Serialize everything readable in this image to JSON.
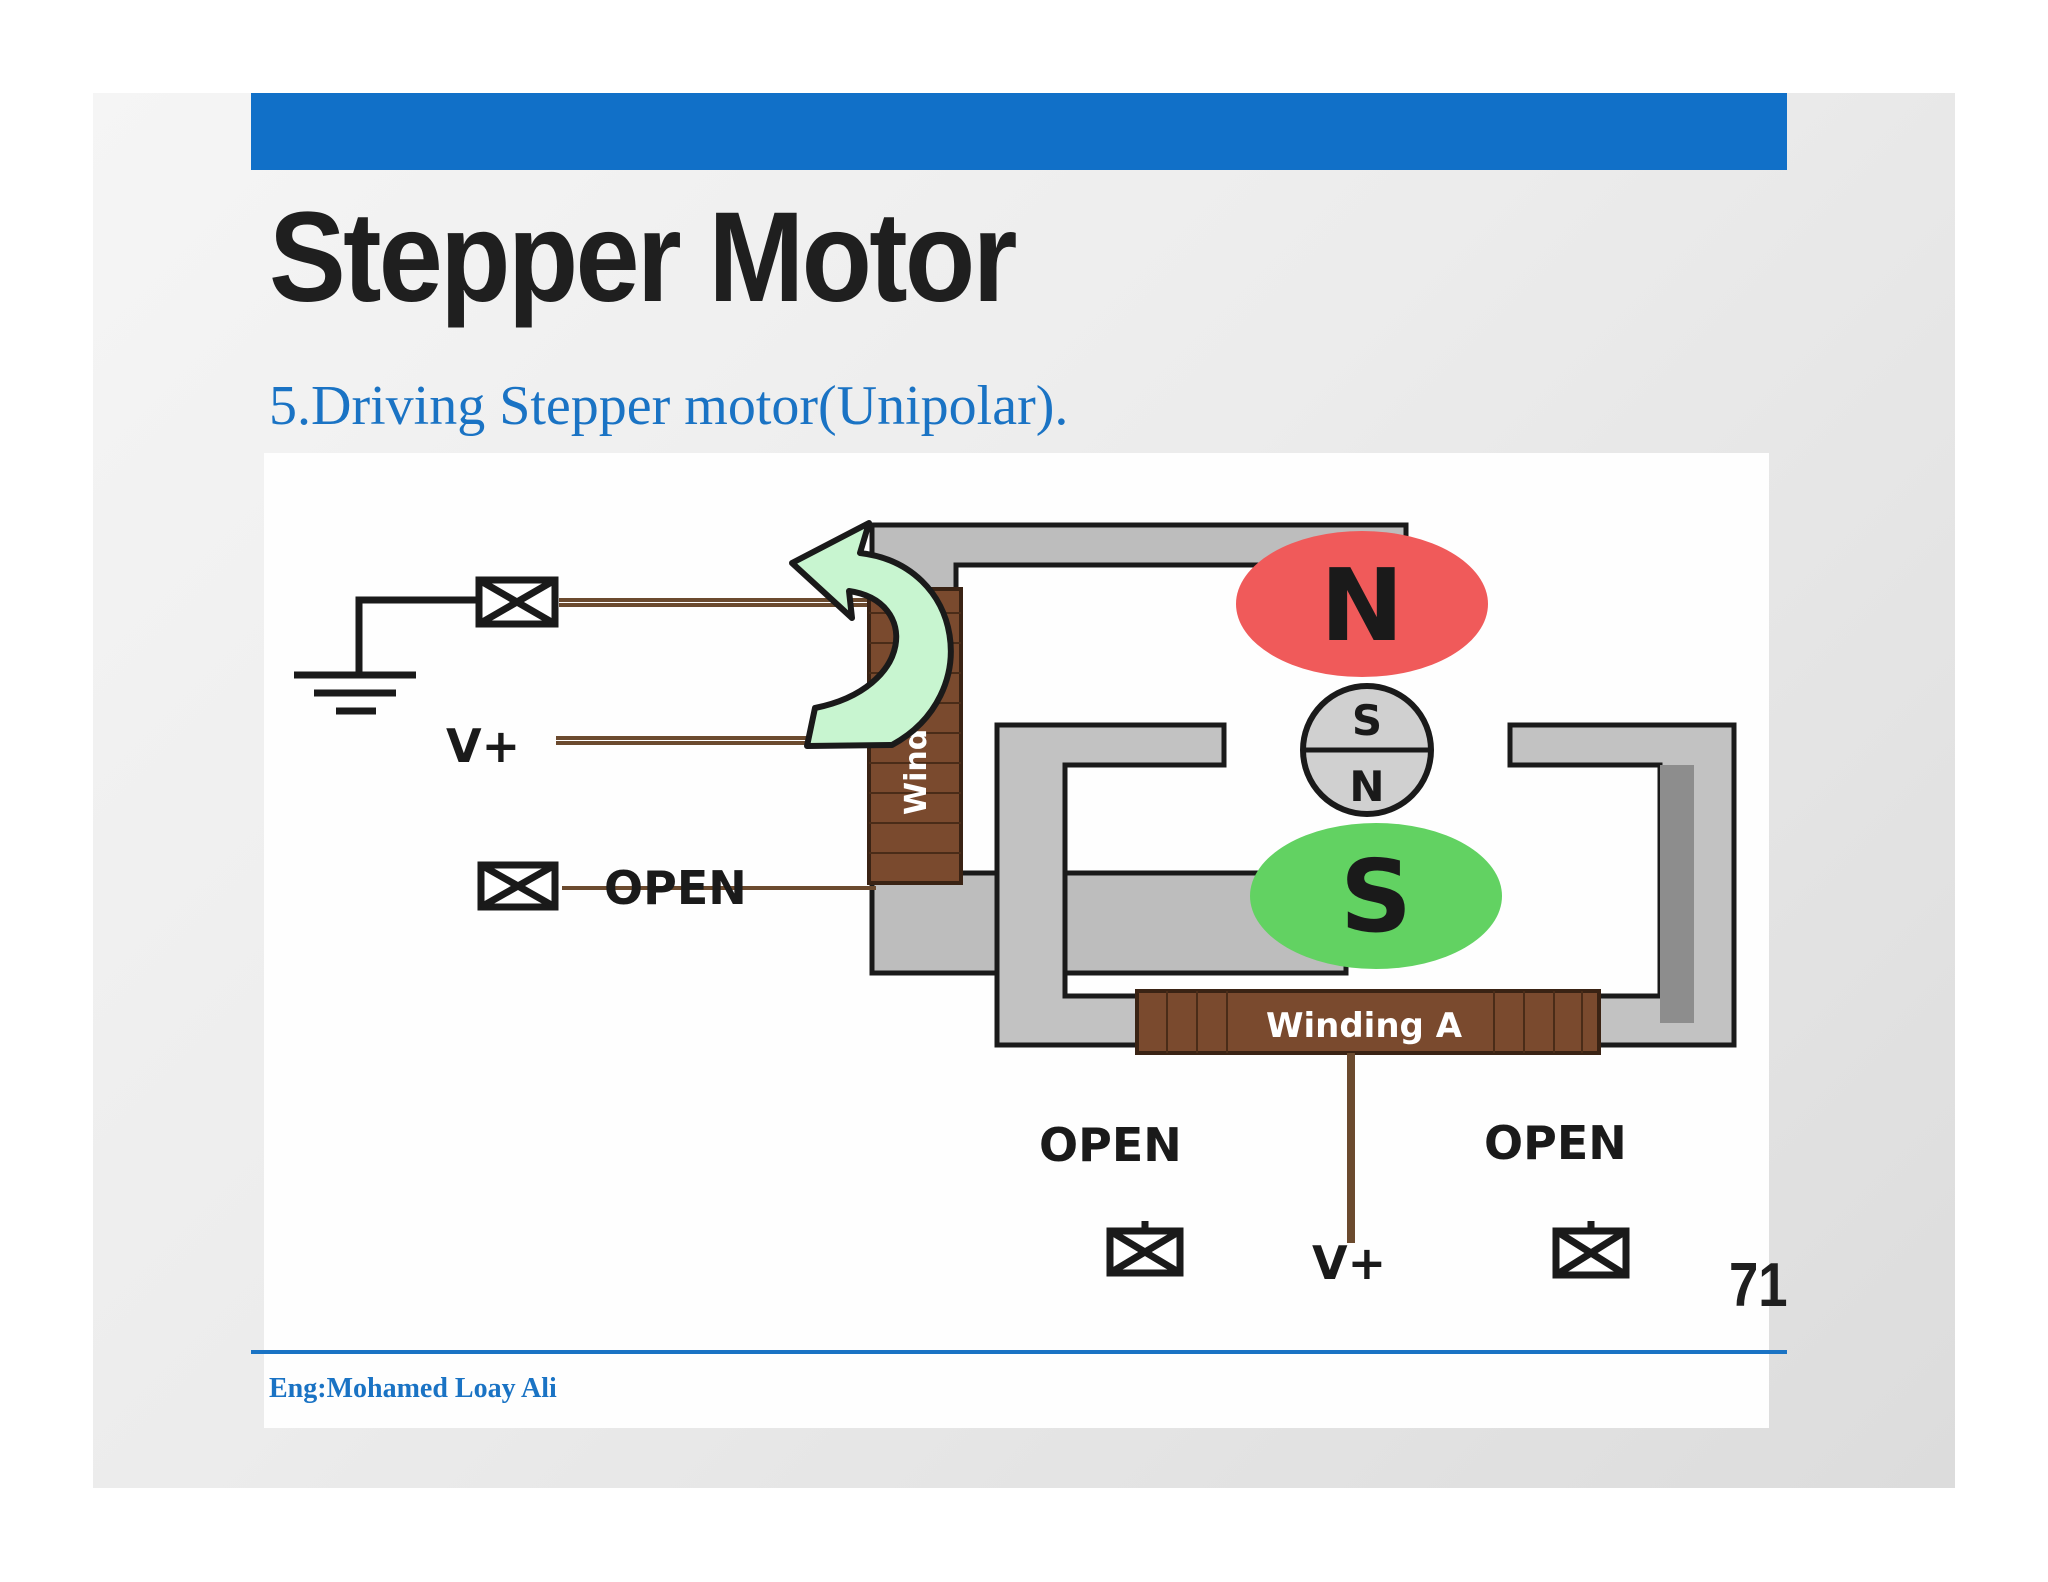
{
  "slide": {
    "title": "Stepper Motor",
    "subtitle": "5.Driving Stepper motor(Unipolar).",
    "page_number": "71",
    "footer": "Eng:Mohamed Loay Ali"
  },
  "diagram": {
    "labels": {
      "left_vplus": "V+",
      "left_open": "OPEN",
      "bottom_open_left": "OPEN",
      "bottom_open_right": "OPEN",
      "bottom_vplus": "V+"
    },
    "winding_a": "Winding A",
    "winding_b_partial": "Wind",
    "magnets": {
      "north_pole": "N",
      "south_pole": "S",
      "rotor_top": "S",
      "rotor_bottom": "N"
    }
  },
  "colors": {
    "accent": "#1170c8",
    "north": "#f05a5a",
    "south": "#62d262",
    "arrow": "#c8f5d0",
    "coil": "#7a4a2e"
  }
}
